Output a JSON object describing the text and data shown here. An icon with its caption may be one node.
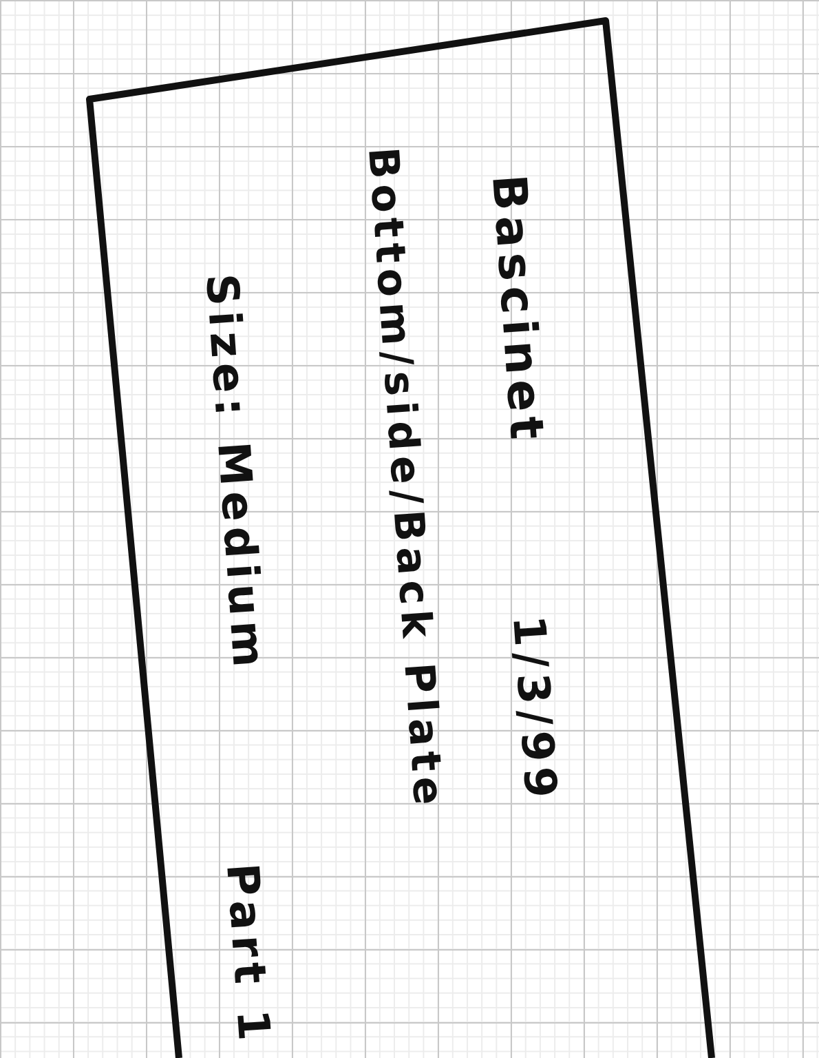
{
  "diagram": {
    "nodes": [
      {
        "text": [
          "Bascinet",
          "1/3/99",
          "Bottom/side/Back Plate",
          "Size: Medium",
          "Part 1"
        ]
      }
    ]
  }
}
